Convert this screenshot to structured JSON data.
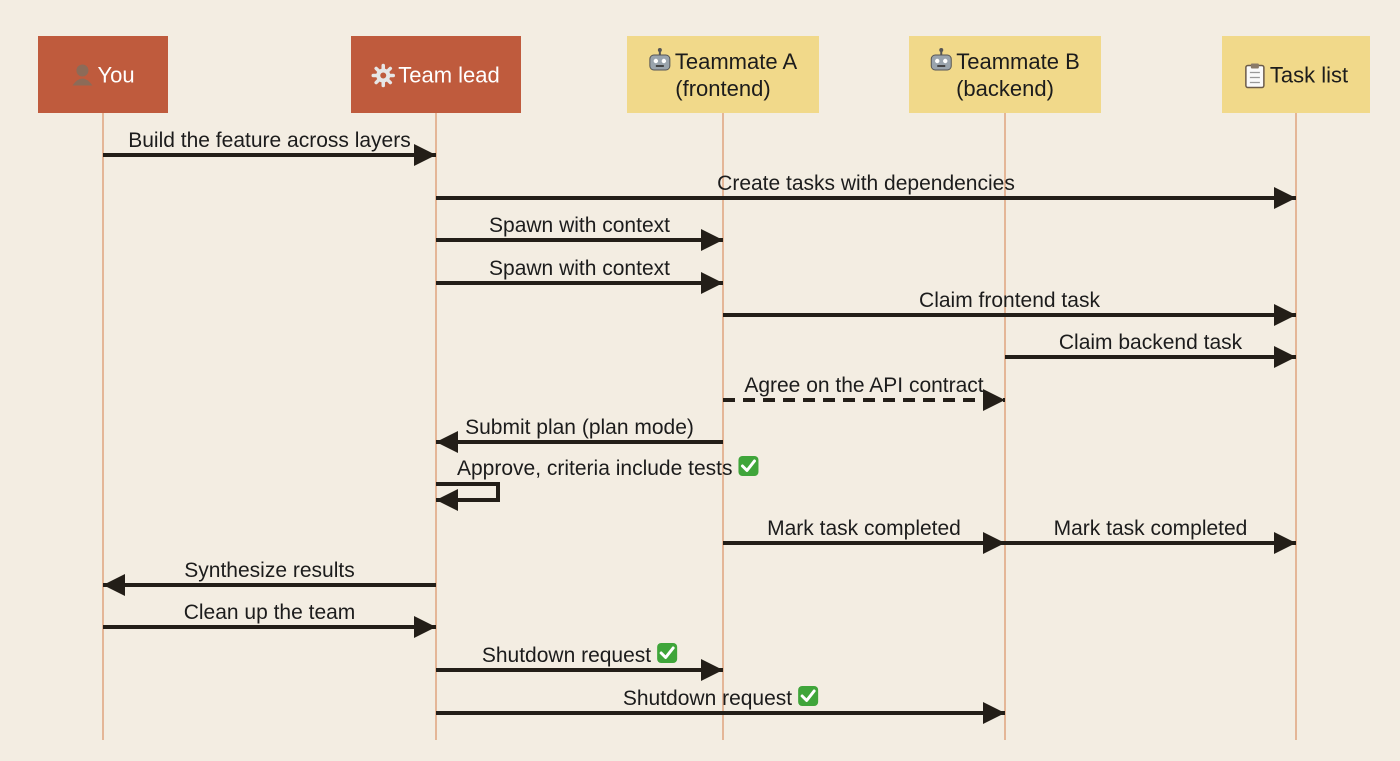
{
  "colors": {
    "background": "#f3ede2",
    "human_box": "#bf5b3d",
    "agent_box": "#f1d98a",
    "store_box": "#f1d98a",
    "lifeline": "#e0a37e",
    "arrow": "#231e18",
    "check": "#3fa53a"
  },
  "actors": [
    {
      "id": "you",
      "icon": "user-icon",
      "lines": [
        "You"
      ],
      "style": "human"
    },
    {
      "id": "lead",
      "icon": "gear-icon",
      "lines": [
        "Team lead"
      ],
      "style": "human"
    },
    {
      "id": "ta",
      "icon": "robot-icon",
      "lines": [
        "Teammate A",
        "(frontend)"
      ],
      "style": "agent"
    },
    {
      "id": "tb",
      "icon": "robot-icon",
      "lines": [
        "Teammate B",
        "(backend)"
      ],
      "style": "agent"
    },
    {
      "id": "task",
      "icon": "clipboard-icon",
      "lines": [
        "Task list"
      ],
      "style": "store"
    }
  ],
  "messages": [
    {
      "from": "you",
      "to": "lead",
      "label": "Build the feature across layers",
      "kind": "solid"
    },
    {
      "from": "lead",
      "to": "task",
      "label": "Create tasks with dependencies",
      "kind": "solid"
    },
    {
      "from": "lead",
      "to": "ta",
      "label": "Spawn with context",
      "kind": "solid"
    },
    {
      "from": "lead",
      "to": "ta",
      "label": "Spawn with context",
      "kind": "solid"
    },
    {
      "from": "ta",
      "to": "task",
      "label": "Claim frontend task",
      "kind": "solid"
    },
    {
      "from": "tb",
      "to": "task",
      "label": "Claim backend task",
      "kind": "solid"
    },
    {
      "from": "ta",
      "to": "tb",
      "label": "Agree on the API contract",
      "kind": "dashed"
    },
    {
      "from": "ta",
      "to": "lead",
      "label": "Submit plan (plan mode)",
      "kind": "solid"
    },
    {
      "from": "lead",
      "to": "lead",
      "label": "Approve, criteria include tests",
      "kind": "self",
      "check": true
    },
    {
      "from": "ta",
      "to": "tb",
      "label": "Mark task completed",
      "kind": "solid",
      "pair": "a"
    },
    {
      "from": "tb",
      "to": "task",
      "label": "Mark task completed",
      "kind": "solid",
      "pair": "b"
    },
    {
      "from": "lead",
      "to": "you",
      "label": "Synthesize results",
      "kind": "solid"
    },
    {
      "from": "you",
      "to": "lead",
      "label": "Clean up the team",
      "kind": "solid"
    },
    {
      "from": "lead",
      "to": "ta",
      "label": "Shutdown request",
      "kind": "solid",
      "check": true
    },
    {
      "from": "lead",
      "to": "tb",
      "label": "Shutdown request",
      "kind": "solid",
      "check": true
    }
  ]
}
